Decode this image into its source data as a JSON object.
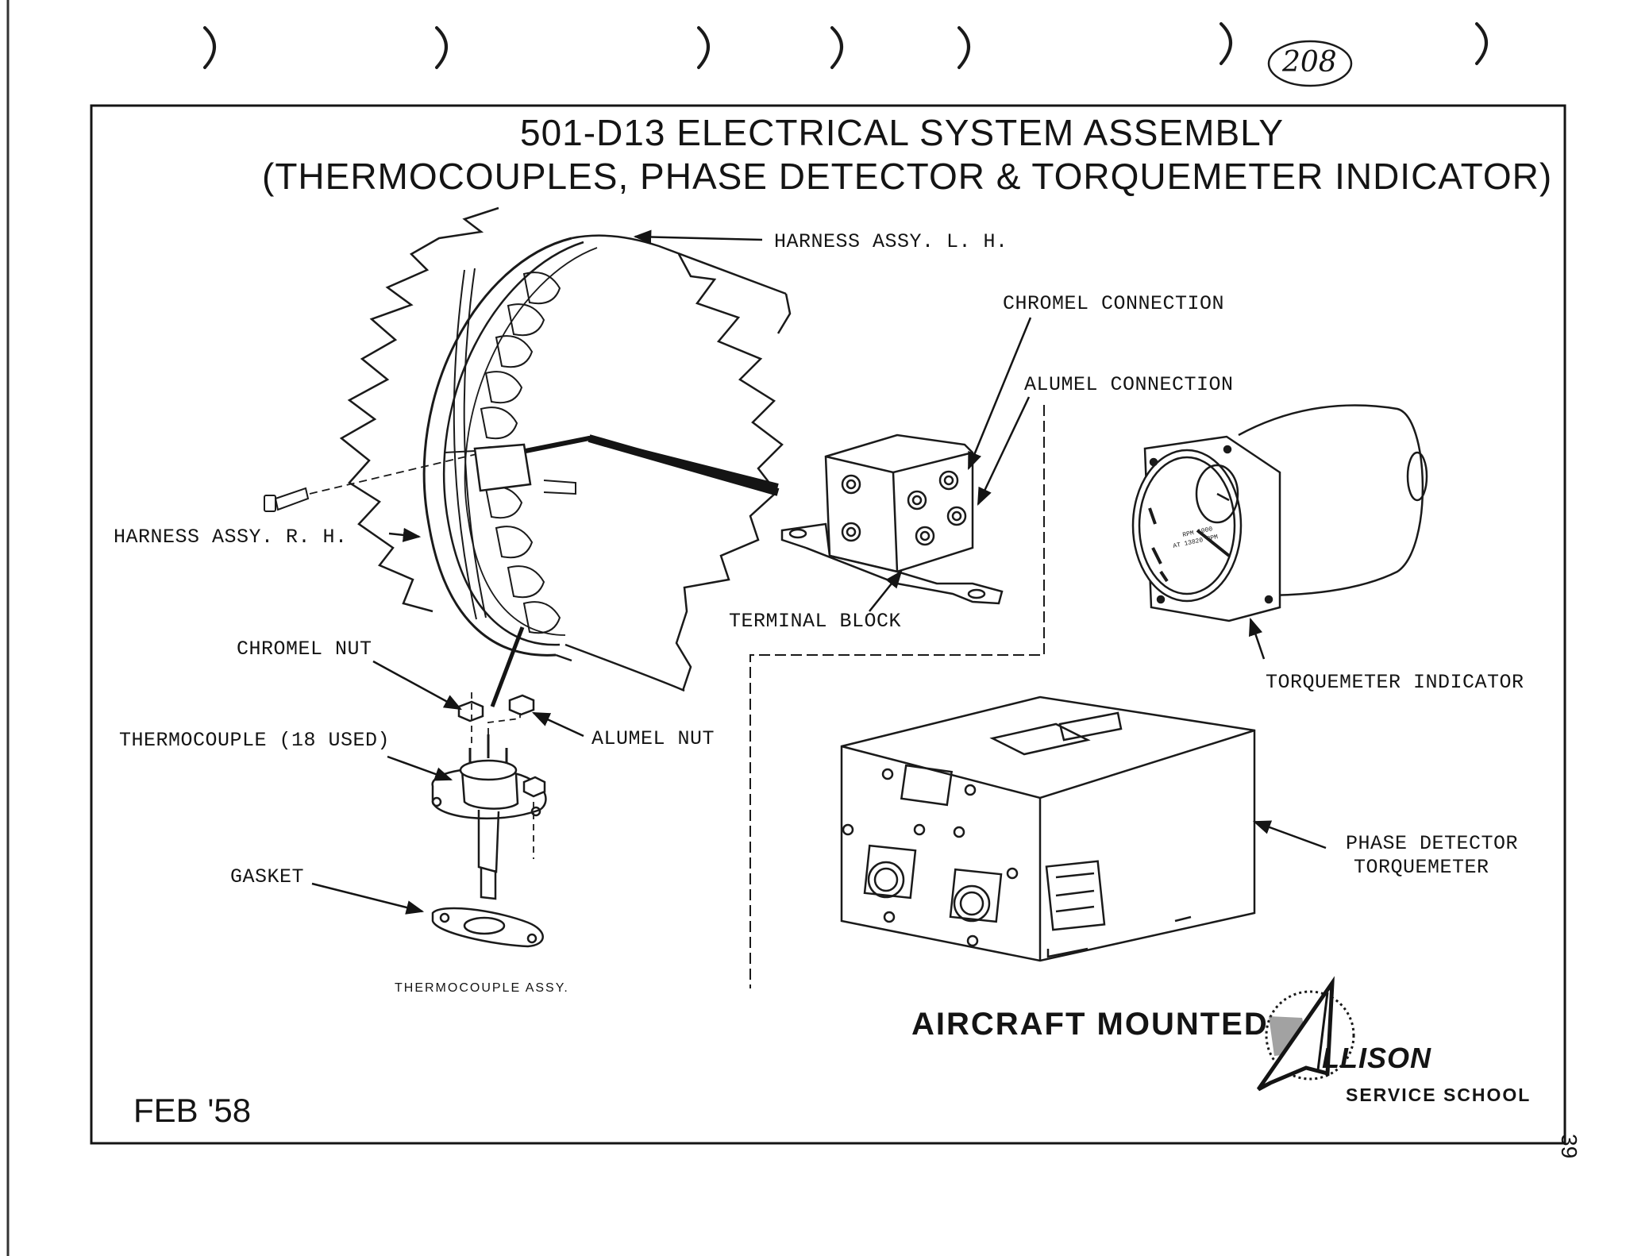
{
  "page_number_handwritten": "208",
  "side_page_number": "39",
  "title": {
    "line1": "501-D13  ELECTRICAL  SYSTEM  ASSEMBLY",
    "line2": "(THERMOCOUPLES,  PHASE  DETECTOR  & TORQUEMETER  INDICATOR)"
  },
  "labels": {
    "harness_lh": "HARNESS ASSY. L. H.",
    "chromel_connection": "CHROMEL CONNECTION",
    "alumel_connection": "ALUMEL CONNECTION",
    "harness_rh": "HARNESS ASSY. R. H.",
    "terminal_block": "TERMINAL BLOCK",
    "torquemeter_indicator": "TORQUEMETER INDICATOR",
    "chromel_nut": "CHROMEL NUT",
    "alumel_nut": "ALUMEL NUT",
    "thermocouple": "THERMOCOUPLE (18 USED)",
    "gasket": "GASKET",
    "thermocouple_assy": "THERMOCOUPLE  ASSY.",
    "phase_detector_1": "PHASE DETECTOR",
    "phase_detector_2": "TORQUEMETER",
    "aircraft_mounted": "AIRCRAFT MOUNTED"
  },
  "logo": {
    "brand": "LLISON",
    "letter": "A",
    "school": "SERVICE SCHOOL"
  },
  "date": "FEB '58",
  "gauge": {
    "inner_text_1": "RPM 1000",
    "inner_text_2": "AT 13820 RPM"
  }
}
